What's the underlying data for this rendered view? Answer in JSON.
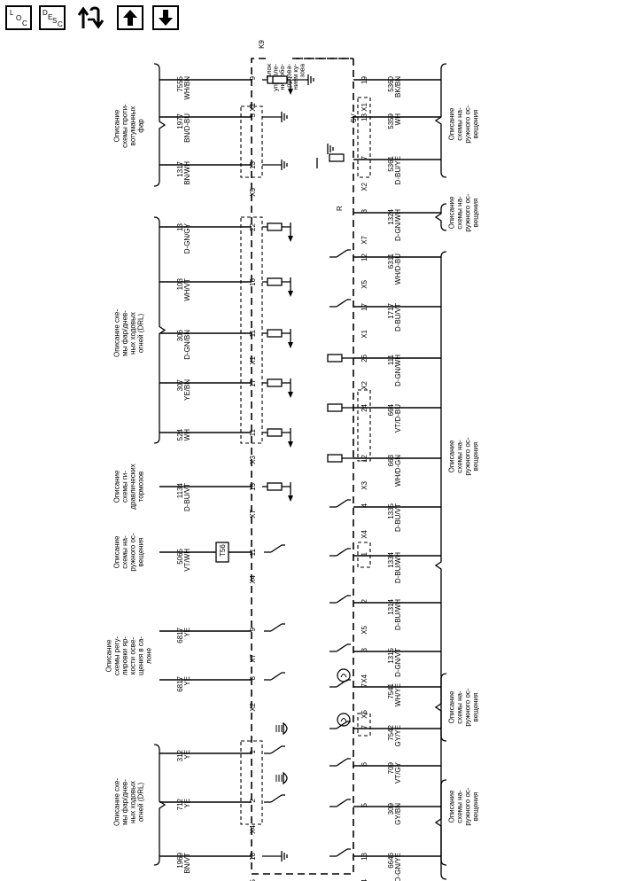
{
  "toolbar": {
    "loc": {
      "first": "L",
      "second": "O",
      "third": "C"
    },
    "desc": {
      "first": "D",
      "second": "E",
      "third": "S",
      "fourth": "C"
    },
    "icons": [
      "loc-icon",
      "desc-icon",
      "swap-arrows-icon",
      "arrow-up-icon",
      "arrow-down-icon"
    ]
  },
  "module": {
    "name": "K9",
    "description": [
      "Блок",
      "управле-",
      "ния обо-",
      "рудова-",
      "нием ку-",
      "зова"
    ]
  },
  "circuits": [
    {
      "id": "c7555",
      "group": "left",
      "pos": 90,
      "number": "7555",
      "color": "WH/BN",
      "pin": "9",
      "connector": "X1"
    },
    {
      "id": "c1977",
      "group": "left",
      "pos": 132,
      "number": "1977",
      "color": "BN/D-BU",
      "pin": "5",
      "connector": ""
    },
    {
      "id": "c1317",
      "group": "left",
      "pos": 186,
      "number": "1317",
      "color": "BN/WH",
      "pin": "13",
      "connector": "X5"
    },
    {
      "id": "c13",
      "group": "left",
      "pos": 256,
      "number": "13",
      "color": "D-GN/GY",
      "pin": "22",
      "connector": ""
    },
    {
      "id": "c103",
      "group": "left",
      "pos": 318,
      "number": "103",
      "color": "WH/VT",
      "pin": "16",
      "connector": ""
    },
    {
      "id": "c306",
      "group": "left",
      "pos": 376,
      "number": "306",
      "color": "D-GN/BN",
      "pin": "11",
      "connector": "X1"
    },
    {
      "id": "c307",
      "group": "left",
      "pos": 432,
      "number": "307",
      "color": "YE/BN",
      "pin": "17",
      "connector": ""
    },
    {
      "id": "c524",
      "group": "left",
      "pos": 488,
      "number": "524",
      "color": "WH",
      "pin": "11",
      "connector": "X3"
    },
    {
      "id": "c1134",
      "group": "left",
      "pos": 549,
      "number": "1134",
      "color": "D-BU/VT",
      "pin": "15",
      "connector": "X7"
    },
    {
      "id": "c5065",
      "group": "left",
      "pos": 623,
      "number": "5065",
      "color": "VT/WH",
      "pin": "11",
      "connector": "X4"
    },
    {
      "id": "c6817a",
      "group": "left",
      "pos": 712,
      "number": "6817",
      "color": "YE",
      "pin": "9",
      "connector": "X7"
    },
    {
      "id": "c6817b",
      "group": "left",
      "pos": 767,
      "number": "6817",
      "color": "YE",
      "pin": "8",
      "connector": "X2"
    },
    {
      "id": "c312",
      "group": "left",
      "pos": 850,
      "number": "312",
      "color": "YE",
      "pin": "1",
      "connector": ""
    },
    {
      "id": "c712",
      "group": "left",
      "pos": 905,
      "number": "712",
      "color": "YE",
      "pin": "2",
      "connector": "X4"
    },
    {
      "id": "c1969",
      "group": "left",
      "pos": 966,
      "number": "1969",
      "color": "BN/VT",
      "pin": "18",
      "connector": "X5"
    },
    {
      "id": "c5360",
      "group": "right",
      "pos": 90,
      "number": "5360",
      "color": "BK/BN",
      "pin": "19",
      "connector": "X1"
    },
    {
      "id": "c5359",
      "group": "right",
      "pos": 132,
      "number": "5359",
      "color": "WH",
      "pin": "13",
      "connector": ""
    },
    {
      "id": "c5361",
      "group": "right",
      "pos": 180,
      "number": "5361",
      "color": "D-BU/YE",
      "pin": "7",
      "connector": "X2"
    },
    {
      "id": "c1324",
      "group": "right",
      "pos": 240,
      "number": "1324",
      "color": "D-GN/WH",
      "pin": "3",
      "connector": "X7"
    },
    {
      "id": "c6311",
      "group": "right",
      "pos": 290,
      "number": "6311",
      "color": "WH/D-BU",
      "pin": "12",
      "connector": "X5"
    },
    {
      "id": "c1717",
      "group": "right",
      "pos": 346,
      "number": "1717",
      "color": "D-BU/VT",
      "pin": "17",
      "connector": "X1"
    },
    {
      "id": "c111",
      "group": "right",
      "pos": 404,
      "number": "111",
      "color": "D-GN/WH",
      "pin": "26",
      "connector": "X2"
    },
    {
      "id": "c664",
      "group": "right",
      "pos": 460,
      "number": "664",
      "color": "VT/D-BU",
      "pin": "24",
      "connector": ""
    },
    {
      "id": "c663",
      "group": "right",
      "pos": 517,
      "number": "663",
      "color": "WH/D-GN",
      "pin": "12",
      "connector": "X3"
    },
    {
      "id": "c1335",
      "group": "right",
      "pos": 572,
      "number": "1335",
      "color": "D-BU/VT",
      "pin": "4",
      "connector": "X4"
    },
    {
      "id": "c1334",
      "group": "right",
      "pos": 627,
      "number": "1334",
      "color": "D-BU/WH",
      "pin": "1",
      "connector": ""
    },
    {
      "id": "c1314",
      "group": "right",
      "pos": 680,
      "number": "1314",
      "color": "D-BU/WH",
      "pin": "2",
      "connector": "X5"
    },
    {
      "id": "c1315",
      "group": "right",
      "pos": 735,
      "number": "1315",
      "color": "D-GN/VT",
      "pin": "3",
      "connector": "X4"
    },
    {
      "id": "c7541",
      "group": "right",
      "pos": 775,
      "number": "7541",
      "color": "WH/YE",
      "pin": "7",
      "connector": "X5"
    },
    {
      "id": "c7542",
      "group": "right",
      "pos": 822,
      "number": "7542",
      "color": "GY/YE",
      "pin": "7",
      "connector": ""
    },
    {
      "id": "c709",
      "group": "right",
      "pos": 864,
      "number": "709",
      "color": "VT/GY",
      "pin": "6",
      "connector": ""
    },
    {
      "id": "c309",
      "group": "right",
      "pos": 910,
      "number": "309",
      "color": "GY/BN",
      "pin": "5",
      "connector": ""
    },
    {
      "id": "c6646",
      "group": "right",
      "pos": 966,
      "number": "6646",
      "color": "D-GN/YE",
      "pin": "13",
      "connector": "X4"
    }
  ],
  "component_labels": {
    "v5": "5V",
    "r": "R",
    "t56": "T56",
    "x4_bottom": "X4"
  },
  "descriptions_left": [
    {
      "id": "dl1",
      "pos": 142,
      "lines": [
        "Описание",
        "схемы проти-",
        "вотуманных",
        "фар"
      ]
    },
    {
      "id": "dl2",
      "pos": 376,
      "lines": [
        "Описание схе-",
        "мы фар/днев-",
        "ных ходовых",
        "огней (DRL)"
      ]
    },
    {
      "id": "dl3",
      "pos": 549,
      "lines": [
        "Описание",
        "схемы ги-",
        "дравлических",
        "тормозов"
      ]
    },
    {
      "id": "dl4",
      "pos": 623,
      "lines": [
        "Описание",
        "схемы на-",
        "ружного ос-",
        "вещения"
      ]
    },
    {
      "id": "dl5",
      "pos": 740,
      "lines": [
        "Описание",
        "схемы регу-",
        "лировки яр-",
        "кости осве-",
        "щения в са-",
        "лоне"
      ]
    },
    {
      "id": "dl6",
      "pos": 905,
      "lines": [
        "Описание схе-",
        "мы фар/днев-",
        "ных ходовых",
        "огней (DRL)"
      ]
    }
  ],
  "descriptions_right": [
    {
      "id": "dr1",
      "pos": 140,
      "lines": [
        "Описание",
        "схемы на-",
        "ружного ос-",
        "вещения"
      ]
    },
    {
      "id": "dr2",
      "pos": 240,
      "lines": [
        "Описание",
        "схемы на-",
        "ружного ос-",
        "вещения"
      ]
    },
    {
      "id": "dr3",
      "pos": 515,
      "lines": [
        "Описание",
        "схемы на-",
        "ружного ос-",
        "вещения"
      ]
    },
    {
      "id": "dr4",
      "pos": 798,
      "lines": [
        "Описание",
        "схемы на-",
        "ружного ос-",
        "вещения"
      ]
    },
    {
      "id": "dr5",
      "pos": 910,
      "lines": [
        "Описание",
        "схемы на-",
        "ружного ос-",
        "вещения"
      ]
    }
  ]
}
